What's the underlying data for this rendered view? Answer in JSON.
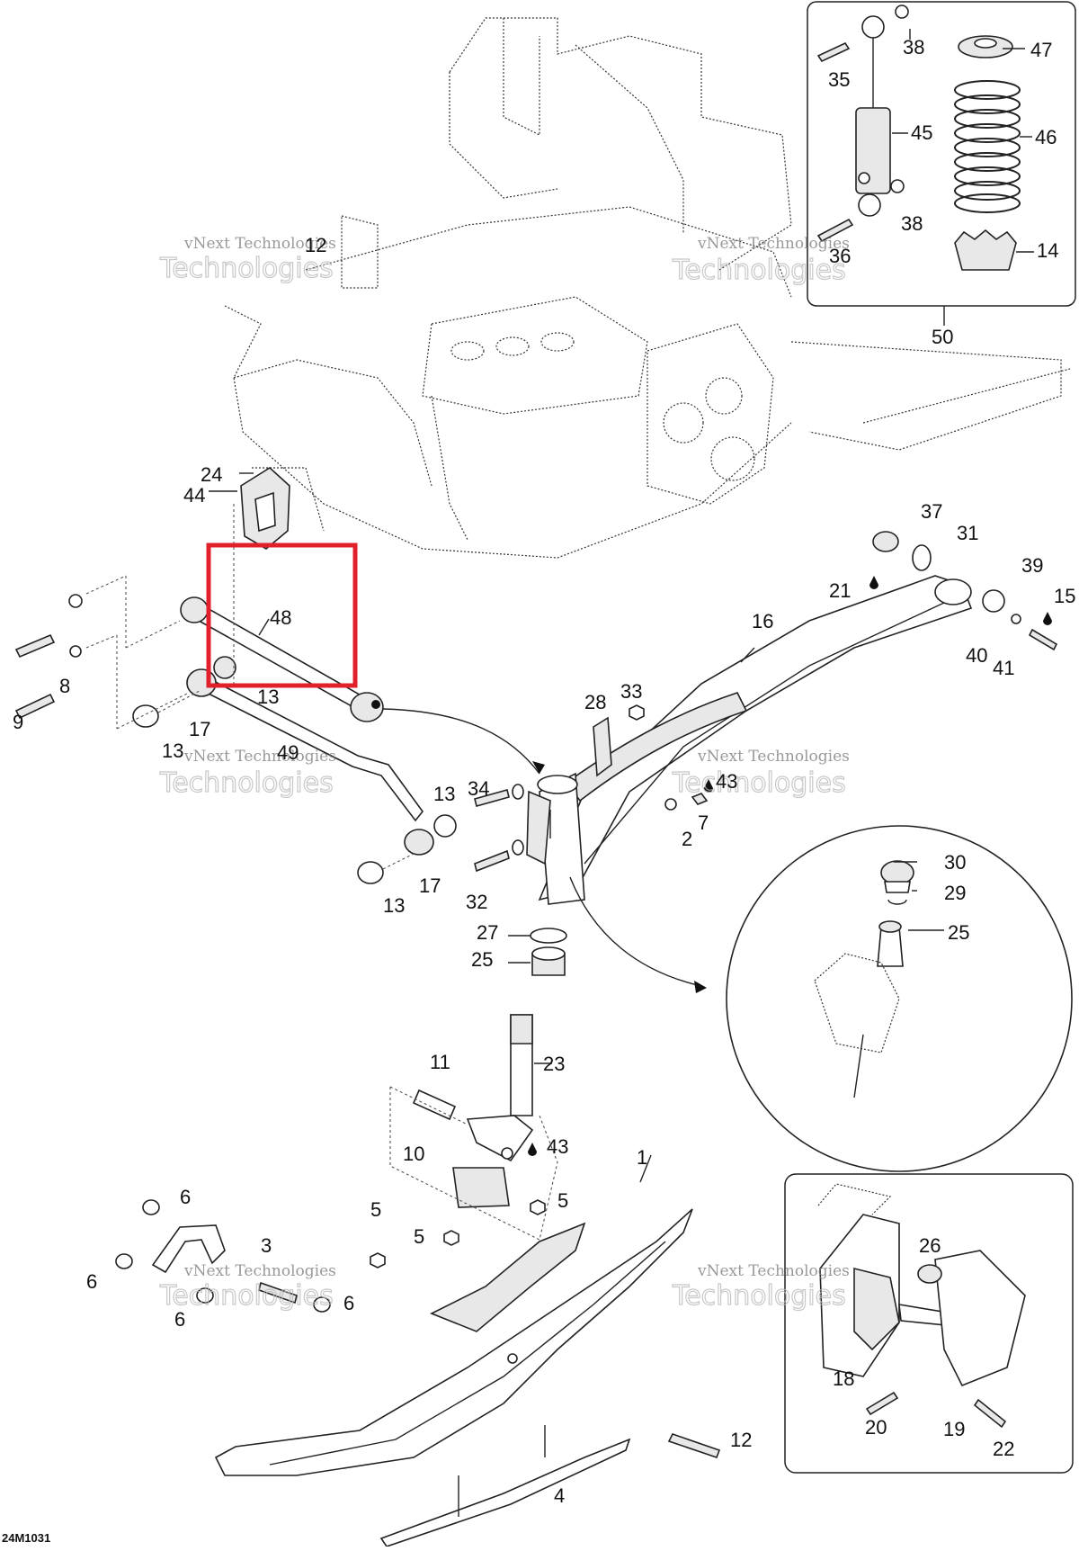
{
  "diagram": {
    "drawing_code": "24M1031",
    "highlight_color": "#e0202a",
    "watermark": {
      "line1": "vNext Technologies",
      "line2": "Technologies"
    },
    "callouts": {
      "c1": "1",
      "c2": "2",
      "c3": "3",
      "c4": "4",
      "c5a": "5",
      "c5b": "5",
      "c5c": "5",
      "c6a": "6",
      "c6b": "6",
      "c6c": "6",
      "c6d": "6",
      "c7": "7",
      "c8": "8",
      "c9": "9",
      "c10": "10",
      "c11": "11",
      "c12a": "12",
      "c12b": "12",
      "c13a": "13",
      "c13b": "13",
      "c13c": "13",
      "c13d": "13",
      "c14": "14",
      "c15": "15",
      "c16": "16",
      "c17a": "17",
      "c17b": "17",
      "c18": "18",
      "c19": "19",
      "c20": "20",
      "c21": "21",
      "c22": "22",
      "c23": "23",
      "c24": "24",
      "c25a": "25",
      "c25b": "25",
      "c26": "26",
      "c27": "27",
      "c28": "28",
      "c29": "29",
      "c30": "30",
      "c31": "31",
      "c32": "32",
      "c33": "33",
      "c34": "34",
      "c35": "35",
      "c36": "36",
      "c37": "37",
      "c38a": "38",
      "c38b": "38",
      "c39": "39",
      "c40": "40",
      "c41": "41",
      "c43a": "43",
      "c43b": "43",
      "c44": "44",
      "c45": "45",
      "c46": "46",
      "c47": "47",
      "c48": "48",
      "c49": "49",
      "c50": "50"
    }
  }
}
